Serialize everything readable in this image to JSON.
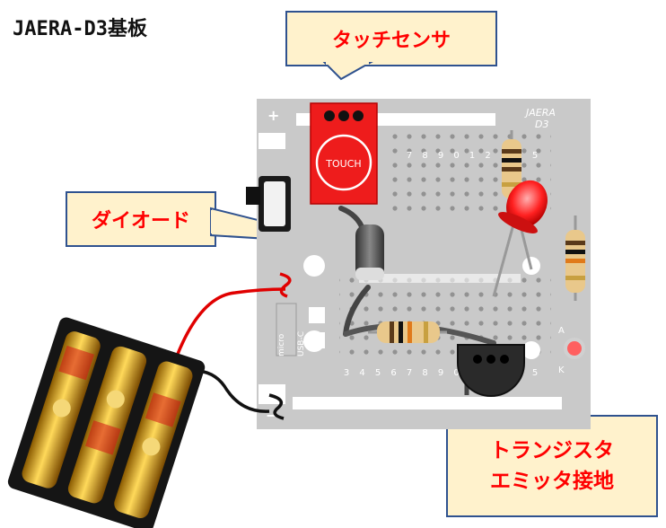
{
  "title": "JAERA-D3基板",
  "callouts": {
    "touch_sensor": "タッチセンサ",
    "diode": "ダイオード",
    "transistor_line1": "トランジスタ",
    "transistor_line2": "エミッタ接地"
  },
  "board": {
    "name_line1": "JAERA",
    "name_line2": "D3",
    "plus": "+",
    "minus": "−",
    "col_numbers": [
      "3",
      "4",
      "5",
      "6",
      "7",
      "8",
      "9",
      "0",
      "1",
      "2",
      "3",
      "4",
      "5"
    ],
    "side_label_a": "A",
    "side_label_k": "K",
    "usb_label": "USB-C",
    "micro_label": "micro"
  },
  "touch_module": {
    "label": "TOUCH"
  },
  "colors": {
    "callout_fill": "#fff2cc",
    "callout_border": "#2f528f",
    "callout_text": "#ff0000",
    "board": "#c8c8c8",
    "touch_module": "#ee1c1c",
    "wire_red": "#e00000",
    "wire_black": "#111111",
    "battery_gold": "#e8b830"
  }
}
